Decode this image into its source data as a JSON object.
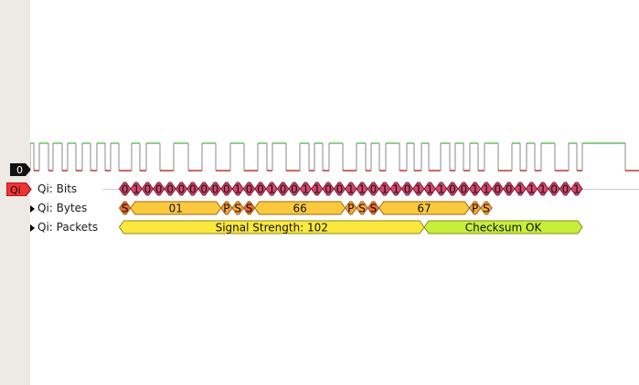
{
  "channel": {
    "label": "0"
  },
  "decoder": {
    "badge": "Qi",
    "badge_color": "#ee3333"
  },
  "rows": [
    {
      "label": "Qi: Bits",
      "expandable": false
    },
    {
      "label": "Qi: Bytes",
      "expandable": true
    },
    {
      "label": "Qi: Packets",
      "expandable": true
    }
  ],
  "colors": {
    "bits": "#d5456e",
    "bytes_data": "#fbc93e",
    "start_stop": "#ee6633",
    "parity": "#fba23e",
    "packet": "#fbe83e",
    "checksum": "#c6ef3c",
    "high": "#3cb43c",
    "low": "#b40000"
  },
  "bits": [
    "0",
    "1",
    "0",
    "0",
    "0",
    "0",
    "0",
    "0",
    "0",
    "0",
    "1",
    "0",
    "0",
    "1",
    "0",
    "0",
    "1",
    "1",
    "0",
    "0",
    "1",
    "1",
    "0",
    "1",
    "1",
    "0",
    "1",
    "1",
    "1",
    "0",
    "0",
    "1",
    "1",
    "0",
    "0",
    "1",
    "1",
    "1",
    "0",
    "0",
    "1"
  ],
  "bytes": [
    {
      "label": "S",
      "kind": "start",
      "span": 1
    },
    {
      "label": "01",
      "kind": "data",
      "span": 8
    },
    {
      "label": "P",
      "kind": "parity",
      "span": 1
    },
    {
      "label": "S",
      "kind": "stop",
      "span": 1
    },
    {
      "label": "S",
      "kind": "start",
      "span": 1
    },
    {
      "label": "66",
      "kind": "data",
      "span": 8
    },
    {
      "label": "P",
      "kind": "parity",
      "span": 1
    },
    {
      "label": "S",
      "kind": "stop",
      "span": 1
    },
    {
      "label": "S",
      "kind": "start",
      "span": 1
    },
    {
      "label": "67",
      "kind": "data",
      "span": 8
    },
    {
      "label": "P",
      "kind": "parity",
      "span": 1
    },
    {
      "label": "S",
      "kind": "stop",
      "span": 1
    }
  ],
  "packets": [
    {
      "label": "Signal Strength: 102",
      "kind": "packet",
      "span_bits": 27
    },
    {
      "label": "Checksum OK",
      "kind": "checksum",
      "span_bits": 14
    }
  ]
}
